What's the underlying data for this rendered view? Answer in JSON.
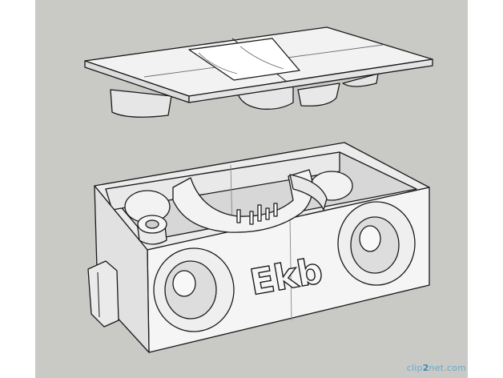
{
  "scene": {
    "part_label": "Ekb",
    "watermark": {
      "prefix": "clip",
      "num": "2",
      "suffix": "net.com"
    }
  },
  "colors": {
    "background": "#c9c9c6",
    "part_face": "#f4f4f4",
    "part_shade": "#cfcfcf",
    "edge": "#1a1a1a"
  }
}
